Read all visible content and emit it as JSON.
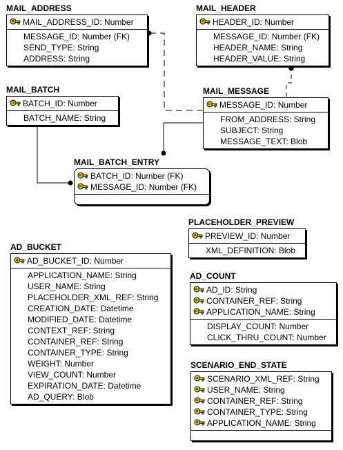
{
  "entities": {
    "mail_address": {
      "title": "MAIL_ADDRESS",
      "keys": [
        "MAIL_ADDRESS_ID: Number"
      ],
      "attrs": [
        "MESSAGE_ID: Number (FK)",
        "SEND_TYPE: String",
        "ADDRESS: String"
      ]
    },
    "mail_header": {
      "title": "MAIL_HEADER",
      "keys": [
        "HEADER_ID: Number"
      ],
      "attrs": [
        "MESSAGE_ID: Number (FK)",
        "HEADER_NAME: String",
        "HEADER_VALUE: String"
      ]
    },
    "mail_batch": {
      "title": "MAIL_BATCH",
      "keys": [
        "BATCH_ID: Number"
      ],
      "attrs": [
        "BATCH_NAME: String"
      ]
    },
    "mail_message": {
      "title": "MAIL_MESSAGE",
      "keys": [
        "MESSAGE_ID: Number"
      ],
      "attrs": [
        "FROM_ADDRESS: String",
        "SUBJECT: String",
        "MESSAGE_TEXT: Blob"
      ]
    },
    "mail_batch_entry": {
      "title": "MAIL_BATCH_ENTRY",
      "keys": [
        "BATCH_ID: Number (FK)",
        "MESSAGE_ID: Number (FK)"
      ],
      "attrs": []
    },
    "placeholder_preview": {
      "title": "PLACEHOLDER_PREVIEW",
      "keys": [
        "PREVIEW_ID: Number"
      ],
      "attrs": [
        "XML_DEFINITION: Blob"
      ]
    },
    "ad_bucket": {
      "title": "AD_BUCKET",
      "keys": [
        "AD_BUCKET_ID: Number"
      ],
      "attrs": [
        "APPLICATION_NAME: String",
        "USER_NAME: String",
        "PLACEHOLDER_XML_REF: String",
        "CREATION_DATE: Datetime",
        "MODIFIED_DATE: Datetime",
        "CONTEXT_REF: String",
        "CONTAINER_REF: String",
        "CONTAINER_TYPE: String",
        "WEIGHT: Number",
        "VIEW_COUNT: Number",
        "EXPIRATION_DATE: Datetime",
        "AD_QUERY: Blob"
      ]
    },
    "ad_count": {
      "title": "AD_COUNT",
      "keys": [
        "AD_ID: String",
        "CONTAINER_REF: String",
        "APPLICATION_NAME: String"
      ],
      "attrs": [
        "DISPLAY_COUNT: Number",
        "CLICK_THRU_COUNT: Number"
      ]
    },
    "scenario_end_state": {
      "title": "SCENARIO_END_STATE",
      "keys": [
        "SCENARIO_XML_REF: String",
        "USER_NAME: String",
        "CONTAINER_REF: String",
        "CONTAINER_TYPE: String",
        "APPLICATION_NAME: String"
      ],
      "attrs": []
    }
  }
}
